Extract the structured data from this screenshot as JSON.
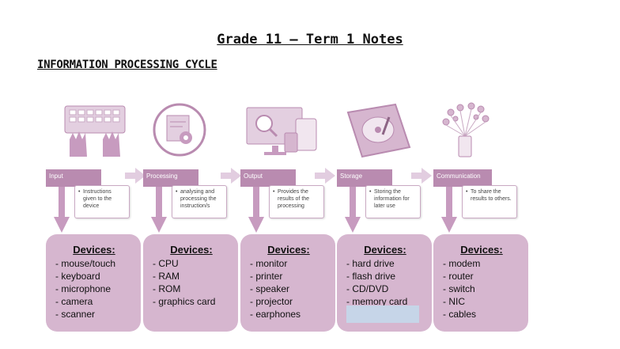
{
  "header": {
    "title": "Grade 11 – Term 1 Notes",
    "section": "INFORMATION PROCESSING CYCLE"
  },
  "stages": [
    {
      "label": "Input",
      "note": "Instructions given to the device",
      "devices_title": "Devices:",
      "devices": [
        "- mouse/touch",
        "- keyboard",
        "- microphone",
        "- camera",
        "- scanner"
      ]
    },
    {
      "label": "Processing",
      "note": "analysing and processing the instruction/s",
      "devices_title": "Devices:",
      "devices": [
        "- CPU",
        "- RAM",
        "- ROM",
        "- graphics card"
      ]
    },
    {
      "label": "Output",
      "note": "Provides the results of the processing",
      "devices_title": "Devices:",
      "devices": [
        "- monitor",
        "- printer",
        "- speaker",
        "- projector",
        "- earphones"
      ]
    },
    {
      "label": "Storage",
      "note": "Storing the information for later use",
      "devices_title": "Devices:",
      "devices": [
        "- hard drive",
        "- flash drive",
        "- CD/DVD",
        "- memory card"
      ]
    },
    {
      "label": "Communication",
      "note": "To share the results to others.",
      "devices_title": "Devices:",
      "devices": [
        "- modem",
        "- router",
        "- switch",
        "- NIC",
        "- cables"
      ]
    }
  ],
  "colors": {
    "tag": "#b98bb0",
    "device_box": "#d6b6cf",
    "arrow": "#c79bbf",
    "highlight": "#c6d5e8"
  }
}
